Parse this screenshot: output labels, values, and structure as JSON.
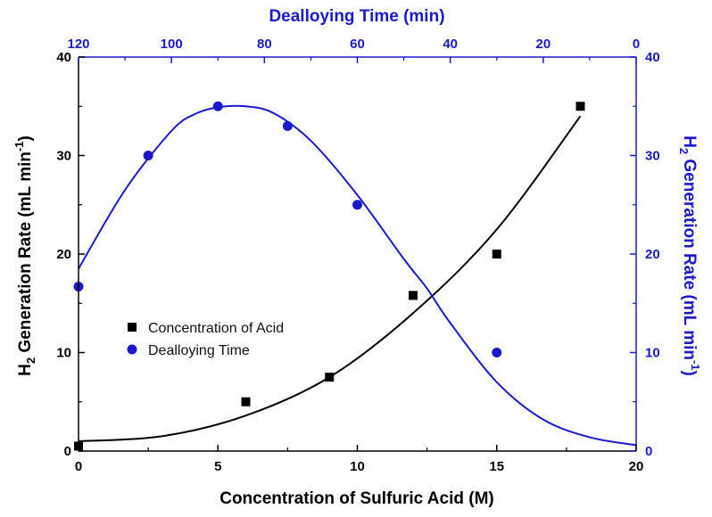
{
  "chart_data": {
    "type": "scatter",
    "title": "",
    "xlabel": "Concentration of Sulfuric Acid (M)",
    "x2label": "Dealloying Time (min)",
    "ylabel_parts": [
      "H",
      "2",
      " Generation Rate (mL min",
      "-1",
      ")"
    ],
    "y2label_parts": [
      "H",
      "2",
      " Generation Rate (mL min",
      "-1",
      ")"
    ],
    "xlim": [
      0,
      20
    ],
    "x2lim": [
      120,
      0
    ],
    "ylim": [
      0,
      40
    ],
    "y2lim": [
      0,
      40
    ],
    "xticks": [
      "0",
      "5",
      "10",
      "15",
      "20"
    ],
    "x2ticks": [
      "120",
      "100",
      "80",
      "60",
      "40",
      "20",
      "0"
    ],
    "yticks": [
      "0",
      "10",
      "20",
      "30",
      "40"
    ],
    "y2ticks": [
      "0",
      "10",
      "20",
      "30",
      "40"
    ],
    "colors": {
      "black_series": "#000000",
      "blue_series": "#1a1acc"
    },
    "legend_position": "center-left",
    "series": [
      {
        "name": "Concentration of Acid",
        "axis": "bottom-left",
        "marker": "square",
        "color": "#000000",
        "x": [
          0,
          6,
          9,
          12,
          15,
          18
        ],
        "y": [
          0.5,
          5,
          7.5,
          15.8,
          20,
          35
        ],
        "fit": {
          "x": [
            0,
            3,
            6,
            9,
            12,
            15,
            18
          ],
          "y": [
            1,
            1.5,
            3.6,
            7.5,
            14,
            22.5,
            34
          ]
        }
      },
      {
        "name": "Dealloying Time",
        "axis": "top-right",
        "marker": "circle",
        "color": "#1a1acc",
        "x": [
          120,
          105,
          90,
          75,
          60,
          30
        ],
        "y": [
          16.7,
          30,
          35,
          33,
          25,
          10
        ],
        "fit": {
          "x": [
            120,
            110,
            100,
            95,
            90,
            84,
            78,
            70,
            60,
            50,
            45,
            40,
            30,
            20,
            10,
            0
          ],
          "y": [
            18.5,
            26.5,
            32.5,
            34.2,
            34.9,
            35,
            34.3,
            31.5,
            26,
            19.5,
            16.5,
            13,
            7,
            3.2,
            1.4,
            0.6
          ]
        }
      }
    ]
  }
}
